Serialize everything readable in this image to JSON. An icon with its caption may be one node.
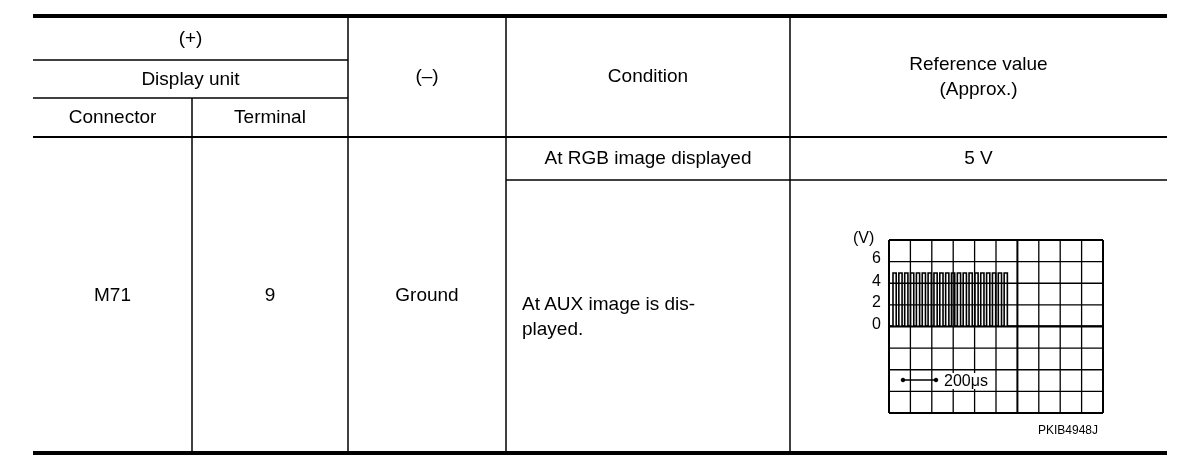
{
  "diagram": {
    "labels": [
      "(+)",
      "(–)",
      "Condition",
      "Reference value (Approx.)",
      "Display unit",
      "Connector",
      "Terminal",
      "M71",
      "9",
      "Ground",
      "At RGB image displayed",
      "5 V",
      "At AUX image is dis- played.",
      "(V)",
      "6",
      "4",
      "2",
      "0",
      "200μs",
      "PKIB4948J"
    ]
  }
}
